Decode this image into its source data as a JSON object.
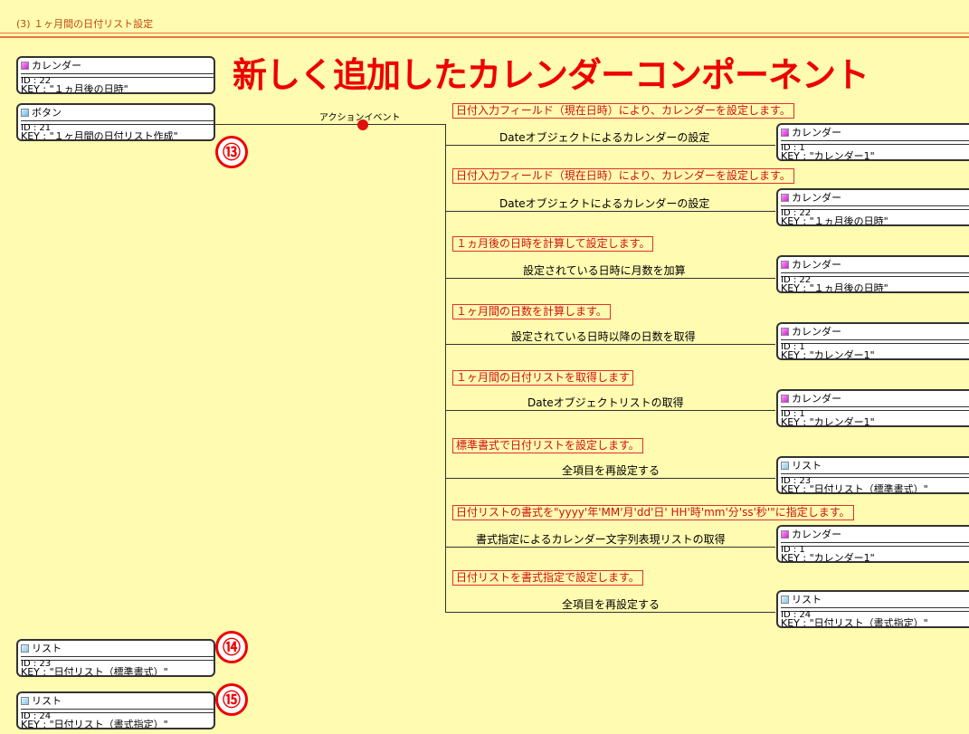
{
  "header": {
    "title": "(3) １ヶ月間の日付リスト設定"
  },
  "banner": {
    "title": "新しく追加したカレンダーコンポーネント"
  },
  "markers": {
    "m13": "⑬",
    "m14": "⑭",
    "m15": "⑮"
  },
  "event": {
    "label": "アクションイベント"
  },
  "left_components": [
    {
      "type": "カレンダー",
      "id": "ID : 22",
      "key": "KEY : \"１ヵ月後の日時\""
    },
    {
      "type": "ボタン",
      "id": "ID : 21",
      "key": "KEY : \"１ヶ月間の日付リスト作成\""
    },
    {
      "type": "リスト",
      "id": "ID : 23",
      "key": "KEY : \"日付リスト（標準書式）\""
    },
    {
      "type": "リスト",
      "id": "ID : 24",
      "key": "KEY : \"日付リスト（書式指定）\""
    }
  ],
  "steps": [
    {
      "comment": "日付入力フィールド（現在日時）により、カレンダーを設定します。",
      "method": "Dateオブジェクトによるカレンダーの設定",
      "target": {
        "type": "カレンダー",
        "id": "ID : 1",
        "key": "KEY : \"カレンダー1\""
      }
    },
    {
      "comment": "日付入力フィールド（現在日時）により、カレンダーを設定します。",
      "method": "Dateオブジェクトによるカレンダーの設定",
      "target": {
        "type": "カレンダー",
        "id": "ID : 22",
        "key": "KEY : \"１ヵ月後の日時\""
      }
    },
    {
      "comment": "１ヵ月後の日時を計算して設定します。",
      "method": "設定されている日時に月数を加算",
      "target": {
        "type": "カレンダー",
        "id": "ID : 22",
        "key": "KEY : \"１ヵ月後の日時\""
      }
    },
    {
      "comment": "１ヶ月間の日数を計算します。",
      "method": "設定されている日時以降の日数を取得",
      "target": {
        "type": "カレンダー",
        "id": "ID : 1",
        "key": "KEY : \"カレンダー1\""
      }
    },
    {
      "comment": "１ヶ月間の日付リストを取得します",
      "method": "Dateオブジェクトリストの取得",
      "target": {
        "type": "カレンダー",
        "id": "ID : 1",
        "key": "KEY : \"カレンダー1\""
      }
    },
    {
      "comment": "標準書式で日付リストを設定します。",
      "method": "全項目を再設定する",
      "target": {
        "type": "リスト",
        "id": "ID : 23",
        "key": "KEY : \"日付リスト（標準書式）\""
      }
    },
    {
      "comment": "日付リストの書式を\"yyyy'年'MM'月'dd'日' HH'時'mm'分'ss'秒'\"に指定します。",
      "method": "書式指定によるカレンダー文字列表現リストの取得",
      "target": {
        "type": "カレンダー",
        "id": "ID : 1",
        "key": "KEY : \"カレンダー1\""
      }
    },
    {
      "comment": "日付リストを書式指定で設定します。",
      "method": "全項目を再設定する",
      "target": {
        "type": "リスト",
        "id": "ID : 24",
        "key": "KEY : \"日付リスト（書式指定）\""
      }
    }
  ]
}
